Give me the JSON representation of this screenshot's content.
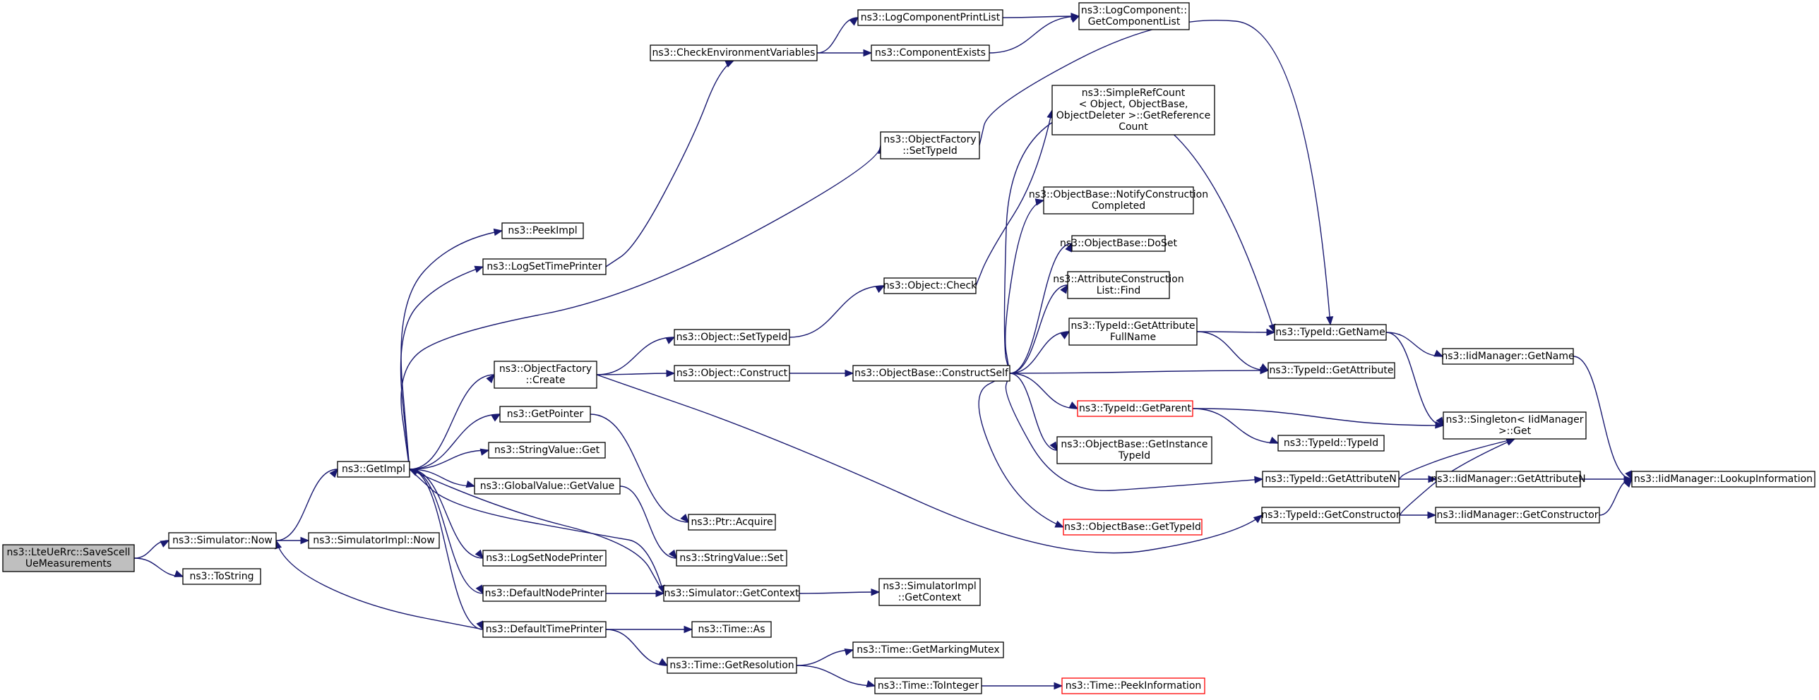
{
  "nodes": [
    {
      "id": "n0",
      "lines": [
        "ns3::LteUeRrc::SaveScell",
        "UeMeasurements"
      ],
      "style": "root"
    },
    {
      "id": "n1",
      "lines": [
        "ns3::Simulator::Now"
      ]
    },
    {
      "id": "n2",
      "lines": [
        "ns3::ToString"
      ]
    },
    {
      "id": "n3",
      "lines": [
        "ns3::SimulatorImpl::Now"
      ]
    },
    {
      "id": "n4",
      "lines": [
        "ns3::GetImpl"
      ]
    },
    {
      "id": "n5",
      "lines": [
        "ns3::PeekImpl"
      ]
    },
    {
      "id": "n6",
      "lines": [
        "ns3::LogSetTimePrinter"
      ]
    },
    {
      "id": "n7",
      "lines": [
        "ns3::ObjectFactory",
        "::Create"
      ]
    },
    {
      "id": "n8",
      "lines": [
        "ns3::GetPointer"
      ]
    },
    {
      "id": "n9",
      "lines": [
        "ns3::StringValue::Get"
      ]
    },
    {
      "id": "n10",
      "lines": [
        "ns3::GlobalValue::GetValue"
      ]
    },
    {
      "id": "n11",
      "lines": [
        "ns3::LogSetNodePrinter"
      ]
    },
    {
      "id": "n12",
      "lines": [
        "ns3::DefaultNodePrinter"
      ]
    },
    {
      "id": "n13",
      "lines": [
        "ns3::DefaultTimePrinter"
      ]
    },
    {
      "id": "n14",
      "lines": [
        "ns3::CheckEnvironmentVariables"
      ]
    },
    {
      "id": "n15",
      "lines": [
        "ns3::LogComponentPrintList"
      ]
    },
    {
      "id": "n16",
      "lines": [
        "ns3::ComponentExists"
      ]
    },
    {
      "id": "n17",
      "lines": [
        "ns3::LogComponent::",
        "GetComponentList"
      ]
    },
    {
      "id": "n18",
      "lines": [
        "ns3::ObjectFactory",
        "::SetTypeId"
      ]
    },
    {
      "id": "n19",
      "lines": [
        "ns3::Object::Check"
      ]
    },
    {
      "id": "n20",
      "lines": [
        "ns3::Object::SetTypeId"
      ]
    },
    {
      "id": "n21",
      "lines": [
        "ns3::Object::Construct"
      ]
    },
    {
      "id": "n22",
      "lines": [
        "ns3::ObjectBase::ConstructSelf"
      ]
    },
    {
      "id": "n23",
      "lines": [
        "ns3::Ptr::Acquire"
      ]
    },
    {
      "id": "n24",
      "lines": [
        "ns3::StringValue::Set"
      ]
    },
    {
      "id": "n25",
      "lines": [
        "ns3::Simulator::GetContext"
      ]
    },
    {
      "id": "n26",
      "lines": [
        "ns3::SimulatorImpl",
        "::GetContext"
      ]
    },
    {
      "id": "n27",
      "lines": [
        "ns3::Time::As"
      ]
    },
    {
      "id": "n28",
      "lines": [
        "ns3::Time::GetResolution"
      ]
    },
    {
      "id": "n29",
      "lines": [
        "ns3::Time::GetMarkingMutex"
      ]
    },
    {
      "id": "n30",
      "lines": [
        "ns3::Time::ToInteger"
      ]
    },
    {
      "id": "n31",
      "lines": [
        "ns3::Time::PeekInformation"
      ],
      "style": "red"
    },
    {
      "id": "n32",
      "lines": [
        "ns3::SimpleRefCount",
        "< Object, ObjectBase,",
        " ObjectDeleter >::GetReference",
        "Count"
      ]
    },
    {
      "id": "n33",
      "lines": [
        "ns3::ObjectBase::NotifyConstruction",
        "Completed"
      ]
    },
    {
      "id": "n34",
      "lines": [
        "ns3::ObjectBase::DoSet"
      ]
    },
    {
      "id": "n35",
      "lines": [
        "ns3::AttributeConstruction",
        "List::Find"
      ]
    },
    {
      "id": "n36",
      "lines": [
        "ns3::TypeId::GetAttribute",
        "FullName"
      ]
    },
    {
      "id": "n37",
      "lines": [
        "ns3::TypeId::GetParent"
      ],
      "style": "red"
    },
    {
      "id": "n38",
      "lines": [
        "ns3::ObjectBase::GetInstance",
        "TypeId"
      ]
    },
    {
      "id": "n39",
      "lines": [
        "ns3::ObjectBase::GetTypeId"
      ],
      "style": "red"
    },
    {
      "id": "n40",
      "lines": [
        "ns3::TypeId::GetName"
      ]
    },
    {
      "id": "n41",
      "lines": [
        "ns3::TypeId::GetAttribute"
      ]
    },
    {
      "id": "n42",
      "lines": [
        "ns3::TypeId::TypeId"
      ]
    },
    {
      "id": "n43",
      "lines": [
        "ns3::TypeId::GetAttributeN"
      ]
    },
    {
      "id": "n44",
      "lines": [
        "ns3::TypeId::GetConstructor"
      ]
    },
    {
      "id": "n45",
      "lines": [
        "ns3::IidManager::GetName"
      ]
    },
    {
      "id": "n46",
      "lines": [
        "ns3::Singleton< IidManager",
        " >::Get"
      ]
    },
    {
      "id": "n47",
      "lines": [
        "ns3::IidManager::GetAttributeN"
      ]
    },
    {
      "id": "n48",
      "lines": [
        "ns3::IidManager::GetConstructor"
      ]
    },
    {
      "id": "n49",
      "lines": [
        "ns3::IidManager::LookupInformation"
      ]
    }
  ],
  "edges": [
    [
      "n0",
      "n1"
    ],
    [
      "n0",
      "n2"
    ],
    [
      "n1",
      "n3"
    ],
    [
      "n1",
      "n4"
    ],
    [
      "n4",
      "n5"
    ],
    [
      "n4",
      "n6"
    ],
    [
      "n4",
      "n18"
    ],
    [
      "n4",
      "n7"
    ],
    [
      "n4",
      "n8"
    ],
    [
      "n4",
      "n9"
    ],
    [
      "n4",
      "n10"
    ],
    [
      "n4",
      "n11"
    ],
    [
      "n4",
      "n12"
    ],
    [
      "n4",
      "n13"
    ],
    [
      "n4",
      "n25"
    ],
    [
      "n6",
      "n14"
    ],
    [
      "n14",
      "n15"
    ],
    [
      "n14",
      "n16"
    ],
    [
      "n15",
      "n17"
    ],
    [
      "n16",
      "n17"
    ],
    [
      "n7",
      "n20"
    ],
    [
      "n7",
      "n21"
    ],
    [
      "n7",
      "n44"
    ],
    [
      "n8",
      "n23"
    ],
    [
      "n10",
      "n24"
    ],
    [
      "n12",
      "n25"
    ],
    [
      "n25",
      "n26"
    ],
    [
      "n25",
      "n4"
    ],
    [
      "n13",
      "n1"
    ],
    [
      "n13",
      "n27"
    ],
    [
      "n13",
      "n28"
    ],
    [
      "n28",
      "n29"
    ],
    [
      "n28",
      "n30"
    ],
    [
      "n30",
      "n31"
    ],
    [
      "n18",
      "n40"
    ],
    [
      "n20",
      "n19"
    ],
    [
      "n19",
      "n32"
    ],
    [
      "n21",
      "n22"
    ],
    [
      "n22",
      "n40"
    ],
    [
      "n22",
      "n33"
    ],
    [
      "n22",
      "n34"
    ],
    [
      "n22",
      "n35"
    ],
    [
      "n22",
      "n36"
    ],
    [
      "n22",
      "n41"
    ],
    [
      "n22",
      "n37"
    ],
    [
      "n22",
      "n38"
    ],
    [
      "n22",
      "n43"
    ],
    [
      "n22",
      "n39"
    ],
    [
      "n36",
      "n40"
    ],
    [
      "n36",
      "n41"
    ],
    [
      "n37",
      "n46"
    ],
    [
      "n37",
      "n42"
    ],
    [
      "n40",
      "n45"
    ],
    [
      "n40",
      "n46"
    ],
    [
      "n45",
      "n49"
    ],
    [
      "n43",
      "n46"
    ],
    [
      "n43",
      "n47"
    ],
    [
      "n47",
      "n49"
    ],
    [
      "n44",
      "n46"
    ],
    [
      "n44",
      "n48"
    ],
    [
      "n48",
      "n49"
    ]
  ]
}
